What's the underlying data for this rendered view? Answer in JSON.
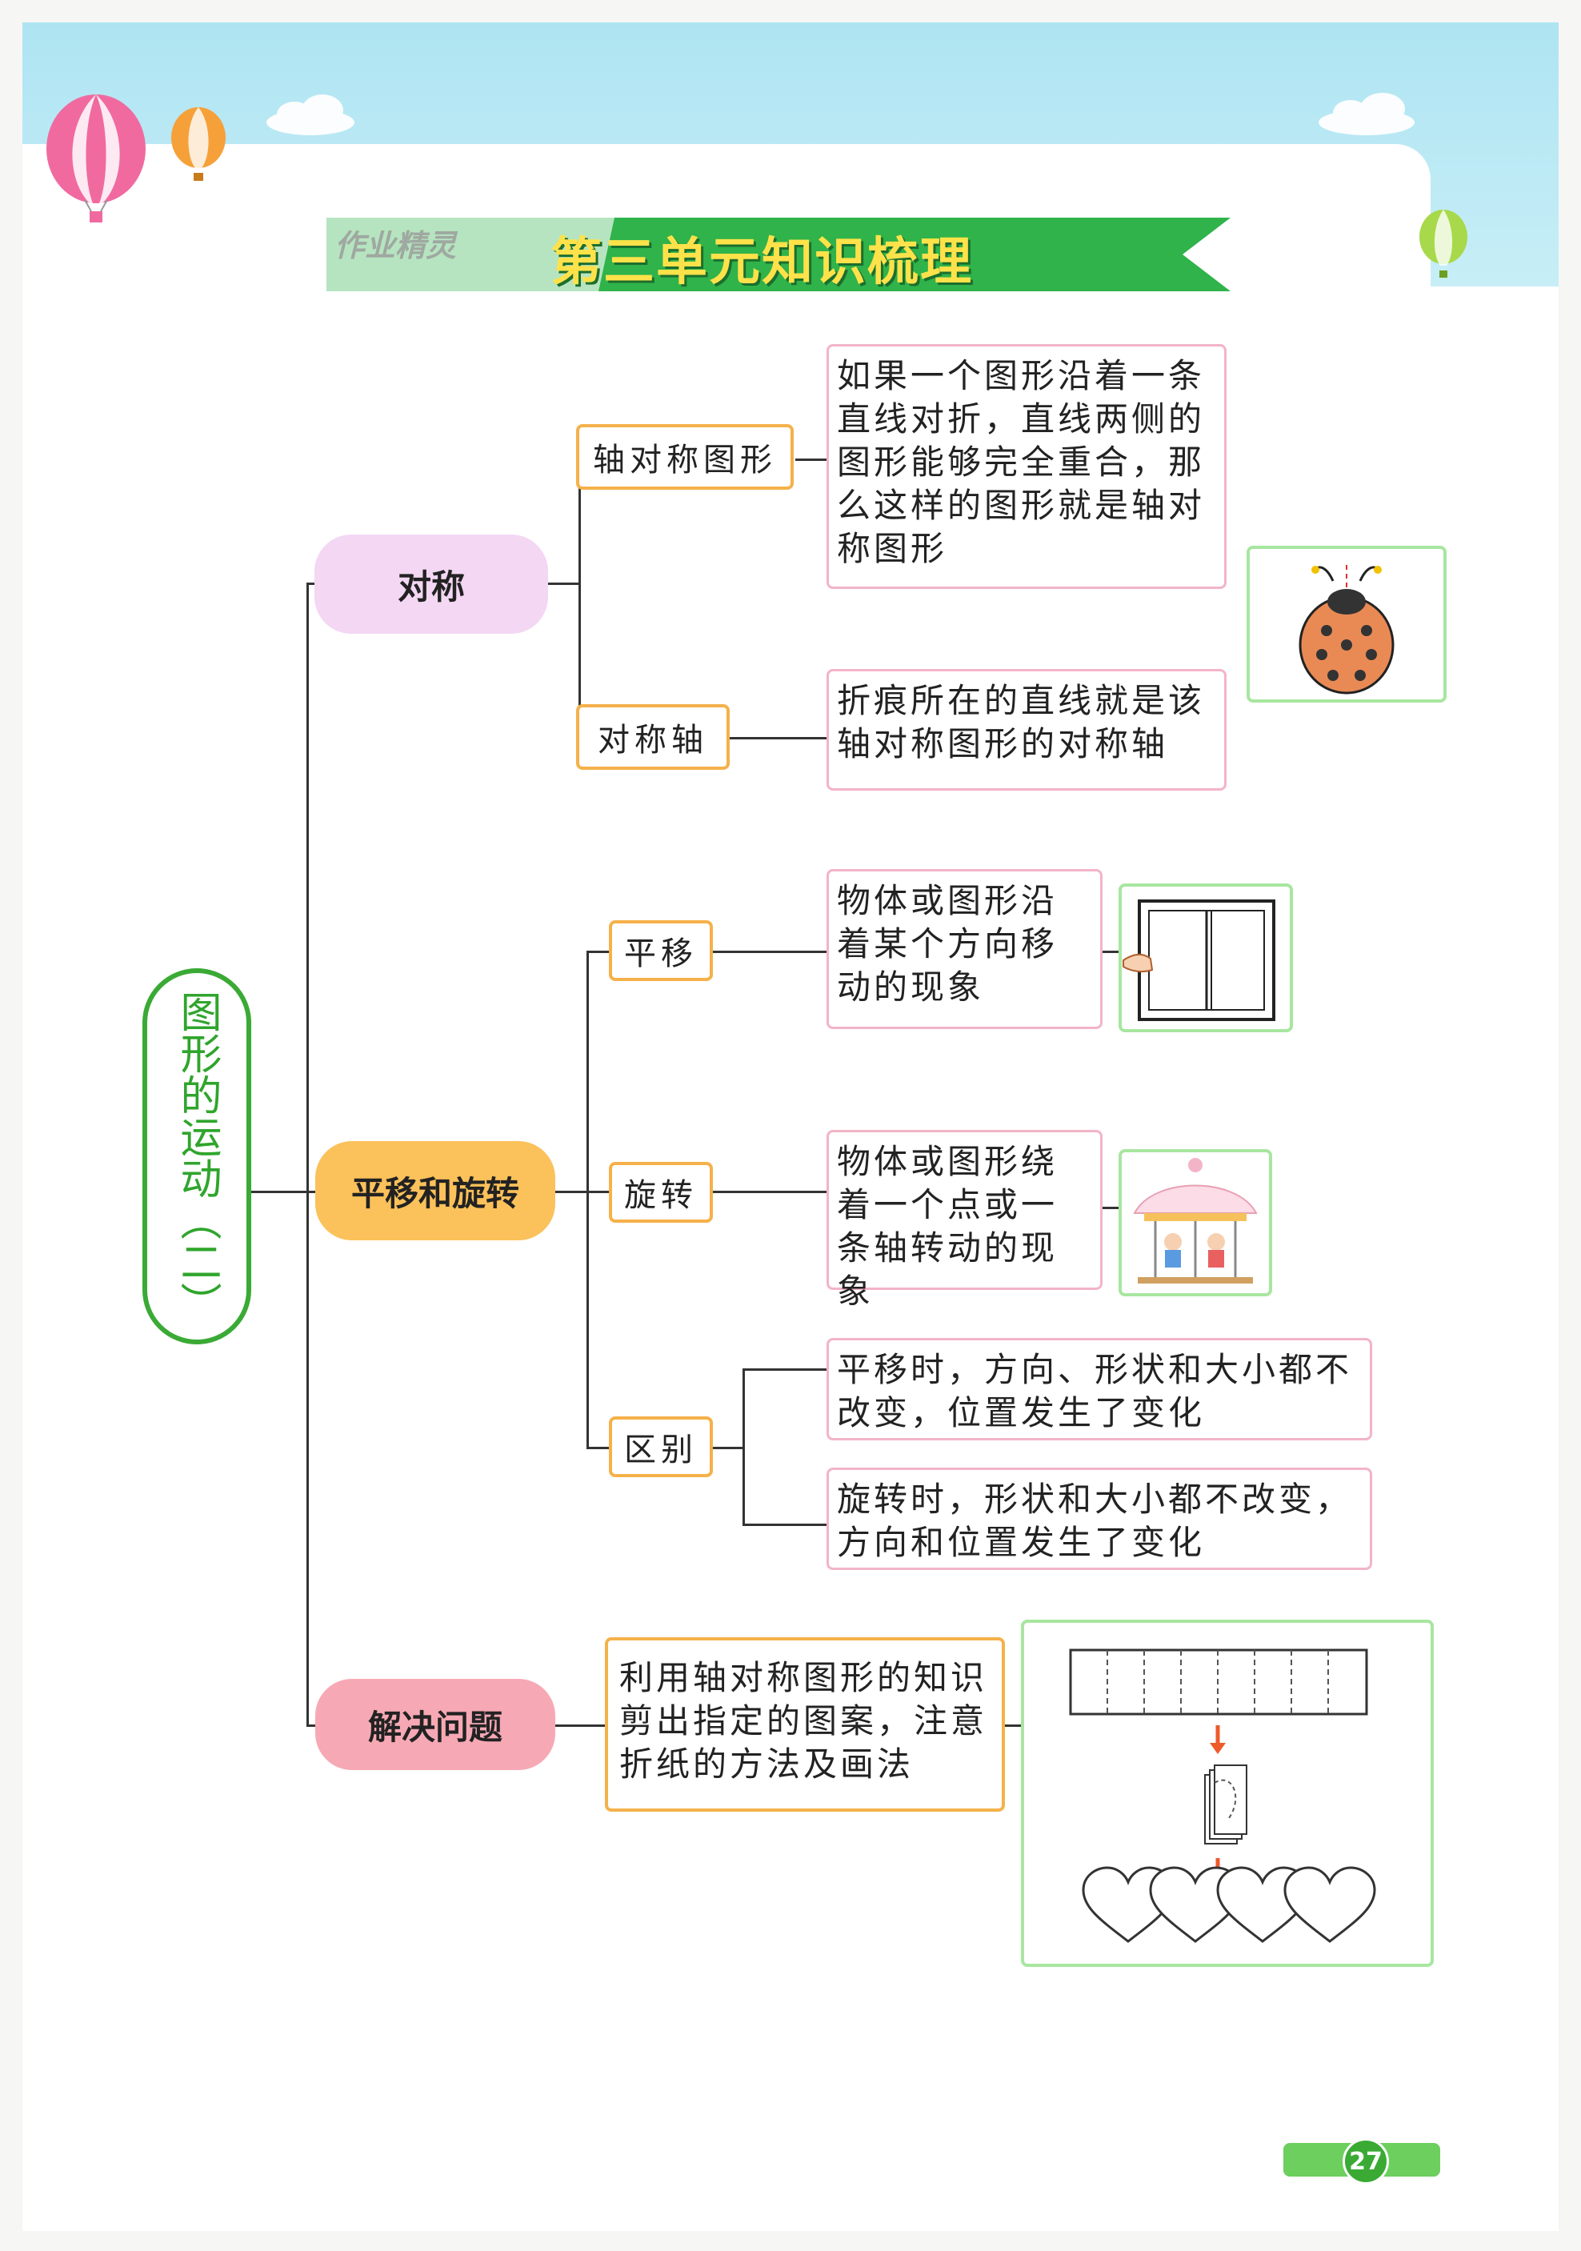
{
  "header": {
    "title": "第三单元知识梳理",
    "watermark": "作业精灵"
  },
  "root": {
    "label": "图形的运动（二）"
  },
  "branches": [
    {
      "label": "对称",
      "color": "#f3d7f3",
      "children": [
        {
          "label": "轴对称图形",
          "note": "如果一个图形沿着一条直线对折，直线两侧的图形能够完全重合，那么这样的图形就是轴对称图形",
          "image": "ladybug-icon"
        },
        {
          "label": "对称轴",
          "note": "折痕所在的直线就是该轴对称图形的对称轴"
        }
      ]
    },
    {
      "label": "平移和旋转",
      "color": "#fbc15a",
      "children": [
        {
          "label": "平移",
          "note": "物体或图形沿着某个方向移动的现象",
          "image": "window-icon"
        },
        {
          "label": "旋转",
          "note": "物体或图形绕着一个点或一条轴转动的现象",
          "image": "carousel-icon"
        },
        {
          "label": "区别",
          "notes": [
            "平移时，方向、形状和大小都不改变，位置发生了变化",
            "旋转时，形状和大小都不改变，方向和位置发生了变化"
          ]
        }
      ]
    },
    {
      "label": "解决问题",
      "color": "#f6a9b4",
      "note": "利用轴对称图形的知识剪出指定的图案，注意折纸的方法及画法",
      "image": "paper-folding-hearts-icon"
    }
  ],
  "page_number": "27",
  "colors": {
    "sky": "#aee4f2",
    "banner": "#2fb34a",
    "node_border": "#f5b14a",
    "note_border": "#f3b4c8",
    "image_border": "#a8e6a0",
    "root_border": "#3aaa35"
  }
}
